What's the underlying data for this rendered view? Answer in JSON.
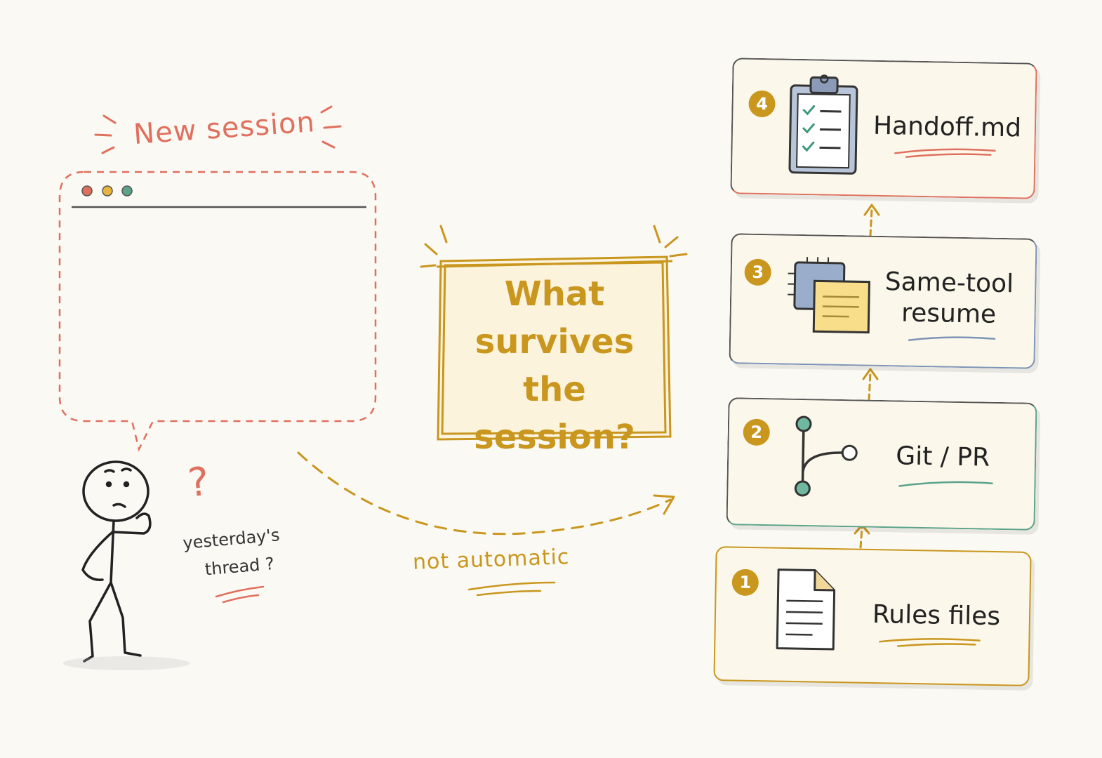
{
  "session": {
    "title": "New session",
    "dot_colors": [
      "#e0705e",
      "#e8b63e",
      "#5aa38a"
    ]
  },
  "question": {
    "lines": [
      "What",
      "survives",
      "the session?"
    ]
  },
  "person": {
    "question_mark": "?",
    "thought_line1": "yesterday's",
    "thought_line2": "thread ?"
  },
  "arrow_label": "not automatic",
  "stack": [
    {
      "number": "1",
      "label": "Rules files",
      "icon": "document-icon",
      "accent": "#c9961e"
    },
    {
      "number": "2",
      "label": "Git / PR",
      "icon": "git-branch-icon",
      "accent": "#5aa38a"
    },
    {
      "number": "3",
      "label_line1": "Same-tool",
      "label_line2": "resume",
      "icon": "chip-notes-icon",
      "accent": "#7c94b8"
    },
    {
      "number": "4",
      "label": "Handoff.md",
      "icon": "clipboard-checklist-icon",
      "accent": "#e0705e"
    }
  ],
  "colors": {
    "coral": "#e0705e",
    "gold": "#c9961e",
    "blue": "#7c94b8",
    "green": "#5aa38a",
    "ink": "#333333",
    "background": "#fbf9f4"
  }
}
